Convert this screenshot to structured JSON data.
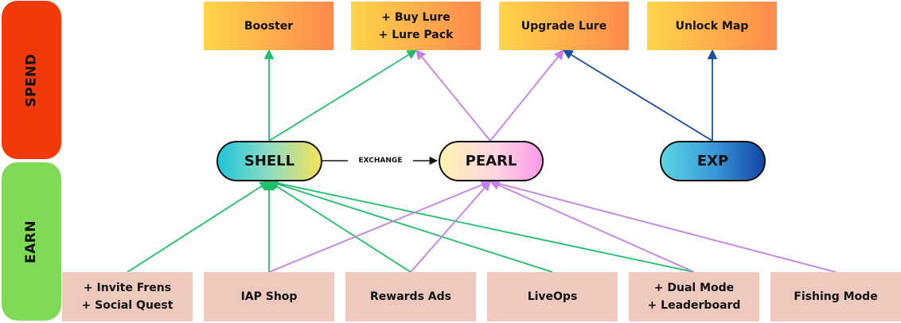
{
  "sidebar": {
    "spend_label": "SPEND",
    "earn_label": "EARN"
  },
  "spend_sinks": [
    {
      "id": "booster",
      "label": "Booster"
    },
    {
      "id": "buy-lure",
      "label": "+ Buy Lure\n+ Lure Pack"
    },
    {
      "id": "upgrade-lure",
      "label": "Upgrade Lure"
    },
    {
      "id": "unlock-map",
      "label": "Unlock Map"
    }
  ],
  "currencies": [
    {
      "id": "shell",
      "label": "SHELL"
    },
    {
      "id": "pearl",
      "label": "PEARL"
    },
    {
      "id": "exp",
      "label": "EXP"
    }
  ],
  "exchange_label": "EXCHANGE",
  "earn_sources": [
    {
      "id": "invite-frens",
      "label": "+ Invite Frens\n+ Social Quest"
    },
    {
      "id": "iap-shop",
      "label": "IAP Shop"
    },
    {
      "id": "rewards-ads",
      "label": "Rewards Ads"
    },
    {
      "id": "liveops",
      "label": "LiveOps"
    },
    {
      "id": "dual-mode",
      "label": "+ Dual Mode\n+ Leaderboard"
    },
    {
      "id": "fishing-mode",
      "label": "Fishing Mode"
    }
  ],
  "colors": {
    "shell_link": "#1fbf6a",
    "pearl_link": "#c67fe6",
    "exp_link": "#1a4ea0",
    "exchange_arrow": "#111111"
  },
  "links": [
    {
      "from": "shell",
      "to": "booster",
      "color_key": "shell_link"
    },
    {
      "from": "shell",
      "to": "buy-lure",
      "color_key": "shell_link"
    },
    {
      "from": "pearl",
      "to": "buy-lure",
      "color_key": "pearl_link"
    },
    {
      "from": "pearl",
      "to": "upgrade-lure",
      "color_key": "pearl_link"
    },
    {
      "from": "exp",
      "to": "upgrade-lure",
      "color_key": "exp_link"
    },
    {
      "from": "exp",
      "to": "unlock-map",
      "color_key": "exp_link"
    },
    {
      "from": "invite-frens",
      "to": "shell",
      "color_key": "shell_link"
    },
    {
      "from": "iap-shop",
      "to": "shell",
      "color_key": "shell_link"
    },
    {
      "from": "rewards-ads",
      "to": "shell",
      "color_key": "shell_link"
    },
    {
      "from": "liveops",
      "to": "shell",
      "color_key": "shell_link"
    },
    {
      "from": "dual-mode",
      "to": "shell",
      "color_key": "shell_link"
    },
    {
      "from": "iap-shop",
      "to": "pearl",
      "color_key": "pearl_link"
    },
    {
      "from": "rewards-ads",
      "to": "pearl",
      "color_key": "pearl_link"
    },
    {
      "from": "dual-mode",
      "to": "pearl",
      "color_key": "pearl_link"
    },
    {
      "from": "fishing-mode",
      "to": "pearl",
      "color_key": "pearl_link"
    },
    {
      "from": "shell",
      "to": "pearl",
      "color_key": "exchange_arrow"
    }
  ]
}
